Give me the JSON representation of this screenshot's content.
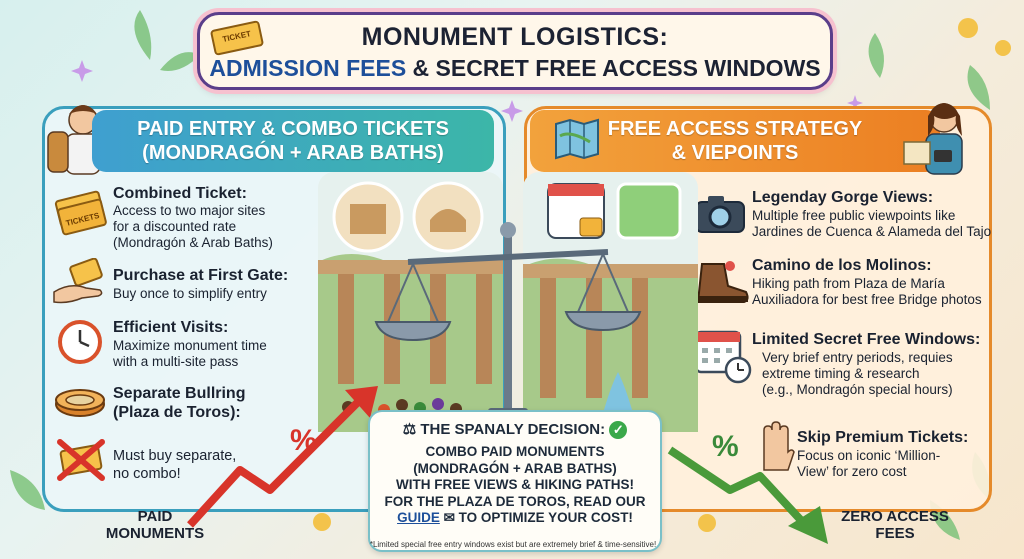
{
  "header": {
    "title_line1": "MONUMENT LOGISTICS:",
    "title_line2_a": "ADMISSION FEES",
    "title_line2_b": " & SECRET FREE ACCESS WINDOWS",
    "ticket_icon_label": "TICKET"
  },
  "left_panel": {
    "heading_line1": "PAID ENTRY & COMBO TICKETS",
    "heading_line2": "(MONDRAGÓN + ARAB BATHS)",
    "items": [
      {
        "title": "Combined Ticket:",
        "desc": [
          "Access to two major sites",
          "for a discounted rate",
          "(Mondragón & Arab Baths)"
        ],
        "icon": "tickets-icon",
        "icon_text": "TICKETS"
      },
      {
        "title": "Purchase at First Gate:",
        "desc": [
          "Buy once to simplify entry"
        ],
        "icon": "hand-ticket-icon"
      },
      {
        "title": "Efficient Visits:",
        "desc": [
          "Maximize monument time",
          "with a multi-site pass"
        ],
        "icon": "clock-icon"
      },
      {
        "title": "Separate Bullring",
        "title2": "(Plaza de Toros):",
        "desc": [],
        "icon": "bullring-icon"
      },
      {
        "title": "",
        "desc": [
          "Must buy separate,",
          "no combo!"
        ],
        "icon": "crossed-ticket-icon"
      }
    ]
  },
  "right_panel": {
    "heading_line1": "FREE ACCESS STRATEGY",
    "heading_line2": "& VIEPOINTS",
    "items": [
      {
        "title": "Legenday Gorge Views:",
        "desc": [
          "Multiple free public viewpoints like",
          "Jardines de Cuenca & Alameda del Tajo"
        ],
        "icon": "camera-icon"
      },
      {
        "title": "Camino de los Molinos:",
        "desc": [
          "Hiking path from Plaza de María",
          "Auxiliadora for best free Bridge photos"
        ],
        "icon": "hiking-boot-icon"
      },
      {
        "title": "Limited Secret Free Windows:",
        "desc": [
          "Very brief entry periods, requies",
          "extreme timing & research",
          "(e.g., Mondragón special hours)"
        ],
        "icon": "calendar-clock-icon"
      },
      {
        "title": "Skip Premium Tickets:",
        "desc": [
          "Focus on iconic ‘Million-",
          "View’ for zero cost"
        ],
        "icon": "stop-hand-icon"
      }
    ]
  },
  "decision": {
    "heading": "THE SPANALY DECISION:",
    "body_lines": [
      "COMBO PAID MONUMENTS",
      "(MONDRAGÓN + ARAB BATHS)",
      "WITH FREE VIEWS & HIKING PATHS!",
      "FOR THE PLAZA DE TOROS, READ OUR"
    ],
    "guide_word": "GUIDE",
    "body_tail": "TO OPTIMIZE YOUR COST!",
    "footnote": "*Limited special free entry windows exist but are extremely brief & time-sensitive!"
  },
  "labels": {
    "paid": [
      "PAID",
      "MONUMENTS"
    ],
    "zero": [
      "ZERO ACCESS",
      "FEES"
    ],
    "percent": "%"
  },
  "colors": {
    "left_accent": "#3a9fbd",
    "right_accent": "#e58a2a",
    "title_border": "#5a3e8a",
    "guide_link": "#1d4f9a"
  }
}
